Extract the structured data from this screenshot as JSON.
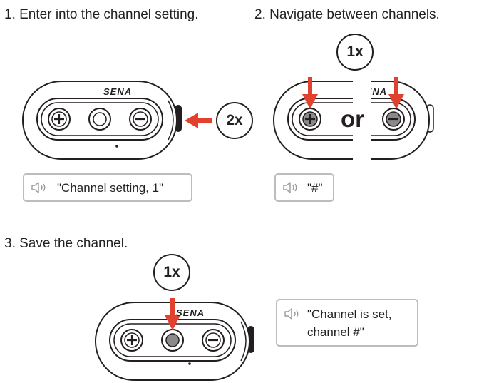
{
  "steps": [
    {
      "label": "1. Enter into the channel setting."
    },
    {
      "label": "2. Navigate between channels."
    },
    {
      "label": "3. Save the channel."
    }
  ],
  "device": {
    "brand": "SENA"
  },
  "badges": {
    "step1": "2x",
    "step2": "1x",
    "step3": "1x"
  },
  "or_label": "or",
  "prompts": {
    "step1": "\"Channel setting, 1\"",
    "step2": "\"#\"",
    "step3_line1": "\"Channel is set,",
    "step3_line2": "channel #\""
  },
  "icons": [
    "speaker-icon",
    "plus-button-icon",
    "center-button-icon",
    "minus-button-icon",
    "press-arrow-icon"
  ],
  "colors": {
    "arrow": "#e2412d",
    "text": "#231f20",
    "prompt_border": "#bdbdbd"
  }
}
